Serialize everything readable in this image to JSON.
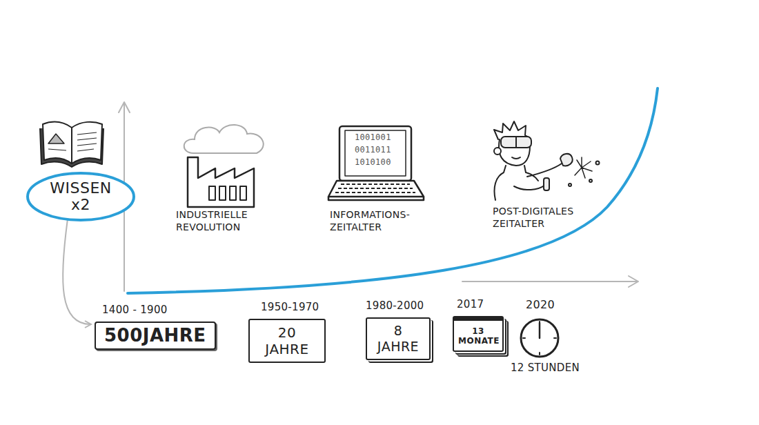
{
  "diagram": {
    "nodes": [
      {
        "text": [
          "WISSEN x2"
        ]
      },
      {
        "text": [
          "1400 - 1900",
          "500JAHRE"
        ]
      },
      {
        "text": [
          "1950-1970",
          "20 JAHRE"
        ]
      },
      {
        "text": [
          "1980-2000",
          "8 JAHRE"
        ]
      },
      {
        "text": [
          "2017",
          "13 MONATE"
        ]
      }
    ],
    "edges": [
      {
        "from": 0,
        "to": 1,
        "arrow": "to"
      }
    ],
    "labels": [
      "INDUSTRIELLE REVOLUTION",
      "1001001",
      "0011011",
      "1010100",
      "INFORMATIONS- ZEITALTER",
      "POST-DIGITALES ZEITALTER",
      "2020",
      "12 STUNDEN"
    ]
  }
}
